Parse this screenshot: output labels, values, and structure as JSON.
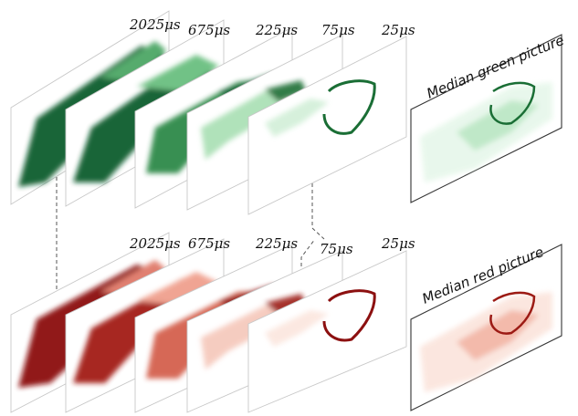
{
  "rows": [
    {
      "channel": "green",
      "exposures": [
        "2025μs",
        "675μs",
        "225μs",
        "75μs",
        "25μs"
      ],
      "median_label": "Median green picture",
      "colors": {
        "dark": "#0d5a2a",
        "mid": "#3a9a58",
        "light": "#b9e6c3",
        "pale": "#e6f7ea"
      }
    },
    {
      "channel": "red",
      "exposures": [
        "2025μs",
        "675μs",
        "225μs",
        "75μs",
        "25μs"
      ],
      "median_label": "Median red picture",
      "colors": {
        "dark": "#8c1010",
        "mid": "#c8402e",
        "light": "#f2b3a3",
        "pale": "#fbe4dc"
      }
    }
  ]
}
